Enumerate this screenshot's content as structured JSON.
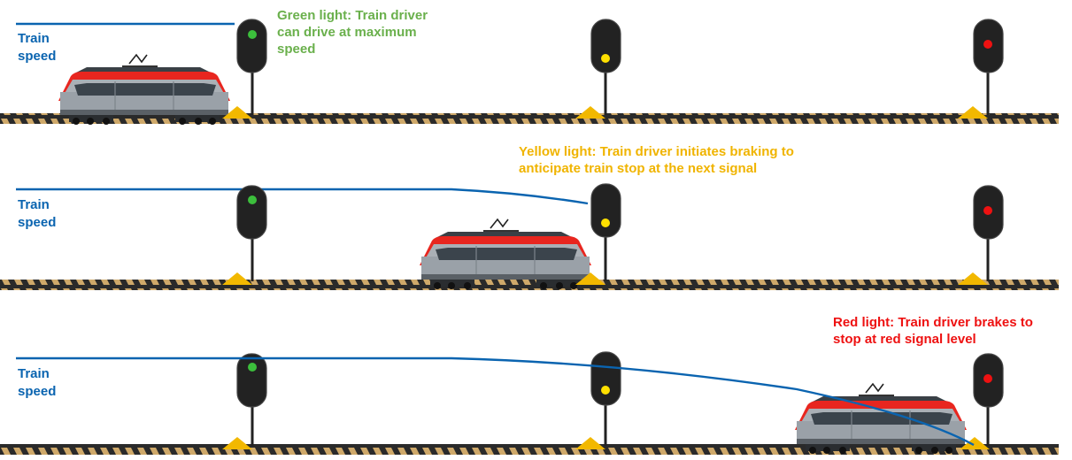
{
  "colors": {
    "speed_line": "#0a64b0",
    "green_text": "#6ab04c",
    "yellow_text": "#f0b400",
    "red_text": "#ee1111",
    "lamp_green": "#3cbf3c",
    "lamp_yellow": "#ffe000",
    "lamp_red": "#ee1111",
    "signal_body": "#222222",
    "marker": "#f2b800",
    "train_red": "#e8261f",
    "train_grey": "#9aa1a8",
    "rail_dark": "#2a2a2a",
    "sleeper": "#cfa96a"
  },
  "rows": [
    {
      "speed_label": [
        "Train",
        "speed"
      ],
      "caption": [
        "Green light: Train driver",
        "can drive at maximum",
        "speed"
      ],
      "caption_color": "green_text",
      "lit": [
        "green",
        "yellow",
        "red"
      ]
    },
    {
      "speed_label": [
        "Train",
        "speed"
      ],
      "caption": [
        "Yellow light: Train driver initiates braking to",
        "anticipate train stop at the next signal"
      ],
      "caption_color": "yellow_text",
      "lit": [
        "green",
        "yellow",
        "red"
      ]
    },
    {
      "speed_label": [
        "Train",
        "speed"
      ],
      "caption": [
        "Red light: Train driver brakes to",
        "stop at red signal level"
      ],
      "caption_color": "red_text",
      "lit": [
        "green",
        "yellow",
        "red"
      ]
    }
  ]
}
